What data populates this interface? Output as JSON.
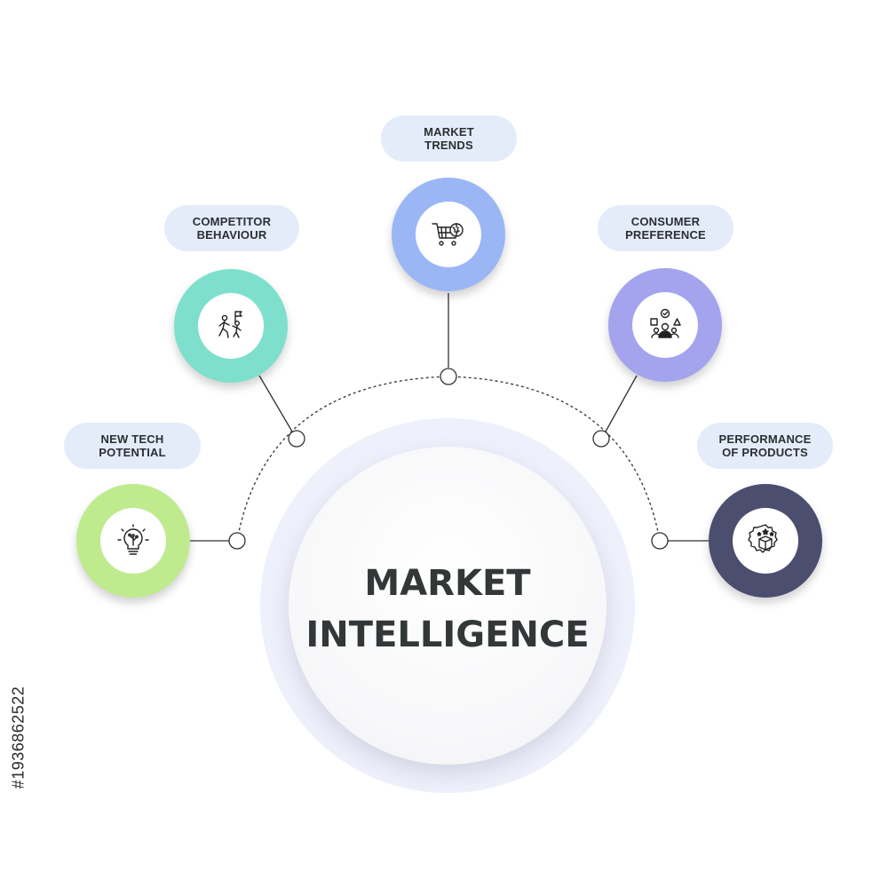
{
  "center": {
    "title_line1": "MARKET",
    "title_line2": "INTELLIGENCE"
  },
  "nodes": [
    {
      "label_line1": "NEW TECH",
      "label_line2": "POTENTIAL",
      "icon": "lightbulb-icon",
      "color": "#bfeb8e"
    },
    {
      "label_line1": "COMPETITOR",
      "label_line2": "BEHAVIOUR",
      "icon": "competition-race-icon",
      "color": "#7ee0cc"
    },
    {
      "label_line1": "MARKET",
      "label_line2": "TRENDS",
      "icon": "shopping-cart-globe-icon",
      "color": "#9ab6f5"
    },
    {
      "label_line1": "CONSUMER",
      "label_line2": "PREFERENCE",
      "icon": "consumer-choice-icon",
      "color": "#a3a3ee"
    },
    {
      "label_line1": "PERFORMANCE",
      "label_line2": "OF PRODUCTS",
      "icon": "product-performance-icon",
      "color": "#4c4e6f"
    }
  ],
  "colors": {
    "label_bg": "#e4ecfa",
    "text_dark": "#2b2f33",
    "connector": "#333333"
  },
  "stock_id": "#1936862522"
}
